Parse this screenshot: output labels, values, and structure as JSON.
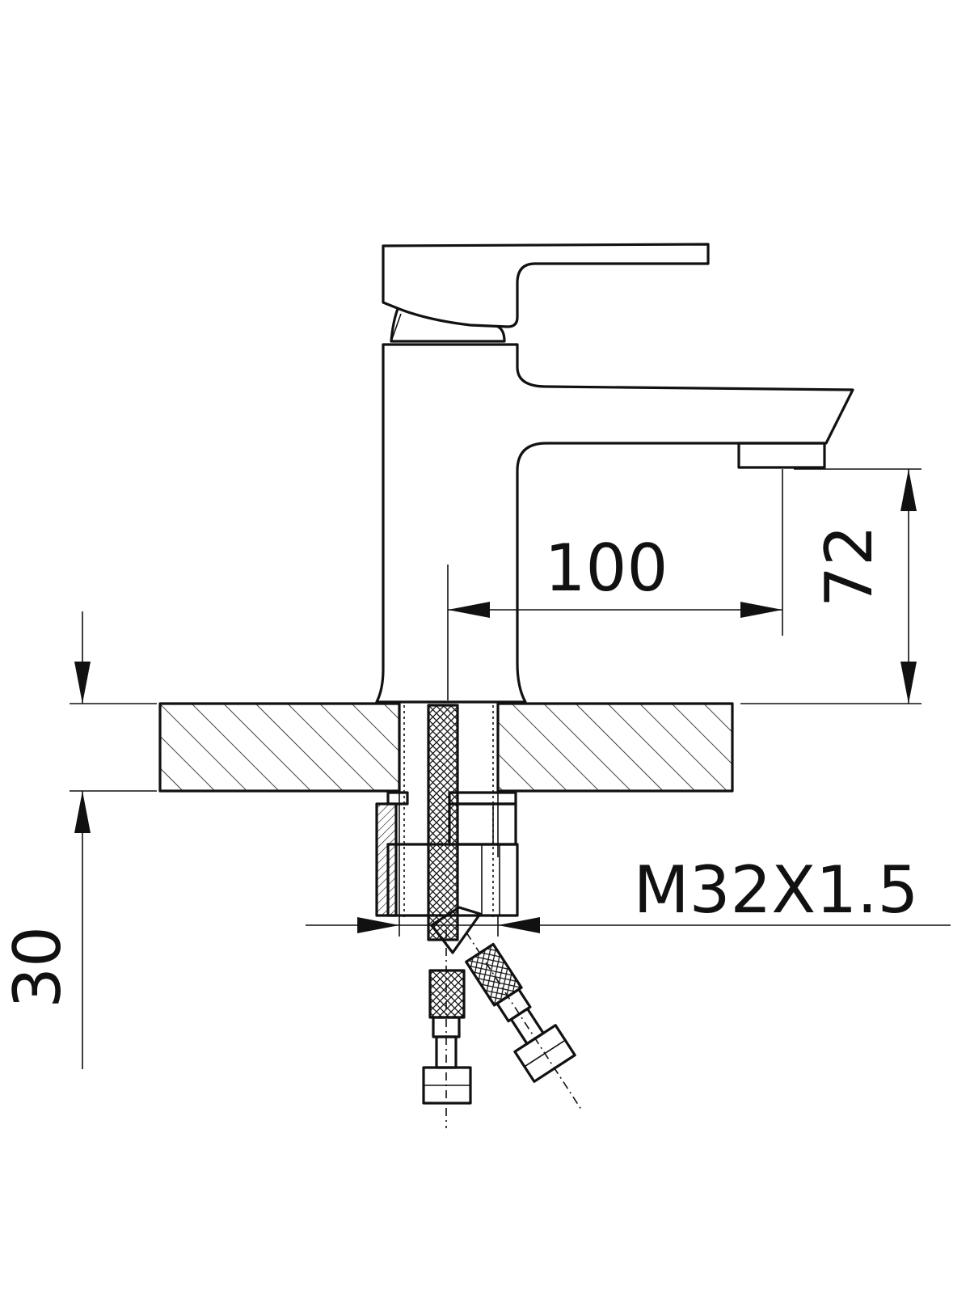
{
  "dimensions": {
    "spout_reach": "100",
    "spout_height": "72",
    "max_deck_thickness": "30",
    "thread_size": "M32X1.5"
  },
  "colors": {
    "line": "#111111",
    "background": "#ffffff"
  }
}
